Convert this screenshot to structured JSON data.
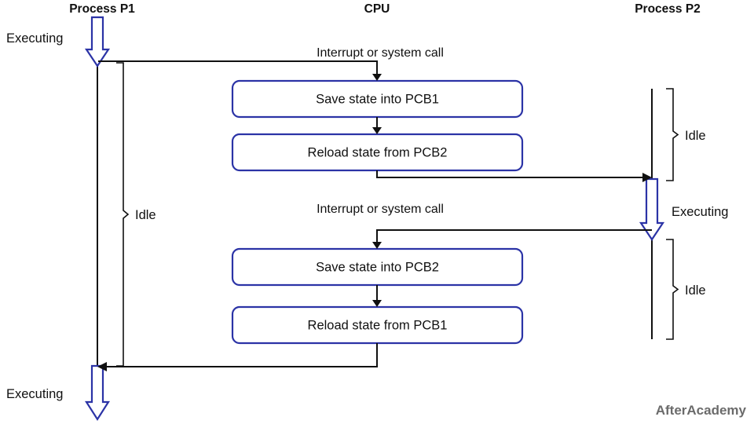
{
  "diagram": {
    "title_lanes": [
      {
        "id": "p1",
        "label": "Process P1"
      },
      {
        "id": "cpu",
        "label": "CPU"
      },
      {
        "id": "p2",
        "label": "Process P2"
      }
    ],
    "state_labels": {
      "p1_executing_top": "Executing",
      "p1_idle": "Idle",
      "p1_executing_bottom": "Executing",
      "p2_idle_top": "Idle",
      "p2_executing": "Executing",
      "p2_idle_bottom": "Idle"
    },
    "edge_labels": {
      "interrupt_top": "Interrupt or system call",
      "interrupt_middle": "Interrupt or system call"
    },
    "process_boxes": [
      {
        "id": "save-pcb1",
        "label": "Save state into PCB1"
      },
      {
        "id": "reload-pcb2",
        "label": "Reload state from PCB2"
      },
      {
        "id": "save-pcb2",
        "label": "Save state into PCB2"
      },
      {
        "id": "reload-pcb1",
        "label": "Reload state from PCB1"
      }
    ],
    "watermark": "AfterAcademy",
    "colors": {
      "box_stroke": "#2b33a6",
      "line": "#101010",
      "text": "#101010",
      "watermark": "#6b6b6b",
      "background": "#ffffff"
    }
  }
}
